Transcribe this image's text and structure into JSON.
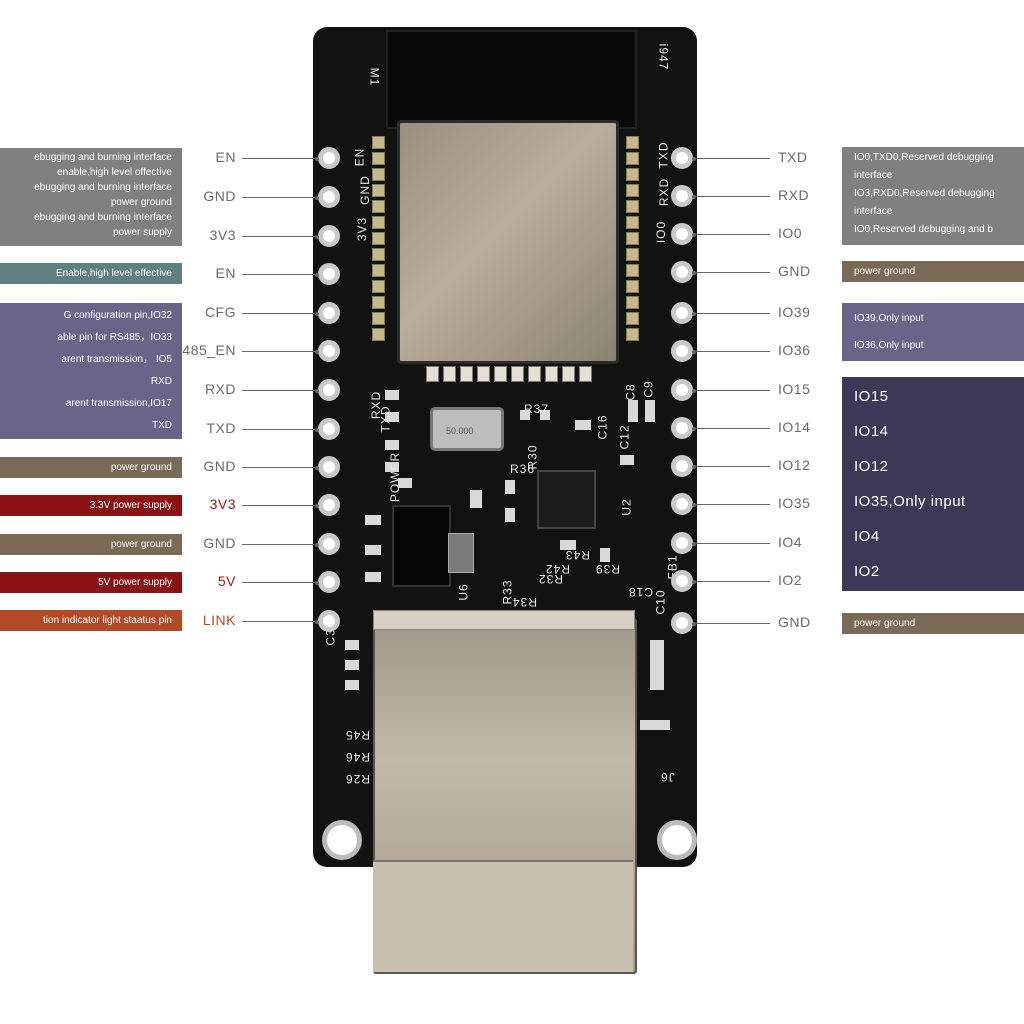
{
  "colors": {
    "gray_box": "#808080",
    "teal_box": "#5f7f80",
    "purple_box": "#6a6488",
    "navy_box": "#3a3a58",
    "brown_box": "#7a6a56",
    "red_box": "#8b1212",
    "orange_box": "#b24a26",
    "board": "#121212"
  },
  "board": {
    "silk": [
      "M1",
      "i947",
      "EN",
      "GND",
      "3V3",
      "TXD",
      "RXD",
      "IO0",
      "C8",
      "C9",
      "R37",
      "C16",
      "R36",
      "R30",
      "U2",
      "C12",
      "R43",
      "R42",
      "R39",
      "FB1",
      "C18",
      "C10",
      "R33",
      "R34",
      "R32",
      "U6",
      "R45",
      "R46",
      "R26",
      "J6",
      "C3",
      "RXD",
      "TXD",
      "POWER"
    ],
    "crystal_label": "50.000"
  },
  "left_pins": [
    {
      "label": "EN",
      "style": "gray"
    },
    {
      "label": "GND",
      "style": "gray"
    },
    {
      "label": "3V3",
      "style": "gray"
    },
    {
      "label": "EN",
      "style": "gray"
    },
    {
      "label": "CFG",
      "style": "gray"
    },
    {
      "label": "485_EN",
      "style": "gray"
    },
    {
      "label": "RXD",
      "style": "gray"
    },
    {
      "label": "TXD",
      "style": "gray"
    },
    {
      "label": "GND",
      "style": "gray"
    },
    {
      "label": "3V3",
      "style": "red"
    },
    {
      "label": "GND",
      "style": "gray"
    },
    {
      "label": "5V",
      "style": "red"
    },
    {
      "label": "LINK",
      "style": "orange"
    }
  ],
  "right_pins": [
    {
      "label": "TXD"
    },
    {
      "label": "RXD"
    },
    {
      "label": "IO0"
    },
    {
      "label": "GND"
    },
    {
      "label": "IO39"
    },
    {
      "label": "IO36"
    },
    {
      "label": "IO15"
    },
    {
      "label": "IO14"
    },
    {
      "label": "IO12"
    },
    {
      "label": "IO35"
    },
    {
      "label": "IO4"
    },
    {
      "label": "IO2"
    },
    {
      "label": "GND"
    }
  ],
  "left_descriptions": [
    {
      "color": "gray_box",
      "lines": [
        "ebugging and burning interface",
        "enable,high level offective",
        "ebugging and burning interface",
        "power ground",
        "ebugging and burning interface",
        "power supply"
      ]
    },
    {
      "color": "teal_box",
      "lines": [
        "Enable,high level effective"
      ]
    },
    {
      "color": "purple_box",
      "lines": [
        "G configuration pin,IO32",
        "able pin for RS485，IO33",
        "arent transmission， IO5",
        "RXD",
        "arent transmission,IO17",
        "TXD"
      ]
    },
    {
      "color": "brown_box",
      "lines": [
        "power ground"
      ]
    },
    {
      "color": "red_box",
      "lines": [
        "3.3V power supply"
      ]
    },
    {
      "color": "brown_box",
      "lines": [
        "power ground"
      ]
    },
    {
      "color": "red_box",
      "lines": [
        "5V power supply"
      ]
    },
    {
      "color": "orange_box",
      "lines": [
        "tion indicator light staatus pin"
      ]
    }
  ],
  "right_descriptions": [
    {
      "color": "gray_box",
      "lines": [
        "IO0,TXD0,Reserved debugging",
        "interface",
        "IO3,RXD0,Reserved debugging",
        "interface",
        "IO0,Reserved debugging and b"
      ]
    },
    {
      "color": "brown_box",
      "lines": [
        "power ground"
      ]
    },
    {
      "color": "purple_box",
      "lines": [
        "IO39,Only input",
        "IO36,Only input"
      ]
    },
    {
      "color": "navy_box",
      "lines": [
        "IO15",
        "IO14",
        "IO12",
        "IO35,Only input",
        "IO4",
        "IO2"
      ]
    },
    {
      "color": "brown_box",
      "lines": [
        "power ground"
      ]
    }
  ]
}
